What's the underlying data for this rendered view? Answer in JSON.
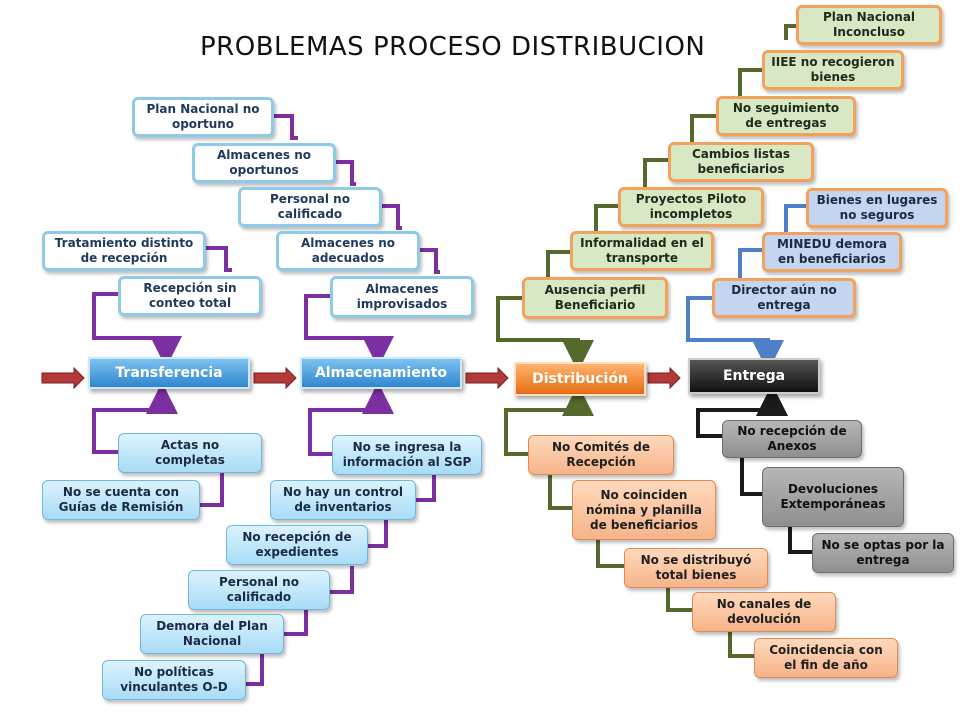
{
  "title": "PROBLEMAS PROCESO DISTRIBUCION",
  "stages": {
    "transferencia": "Transferencia",
    "almacenamiento": "Almacenamiento",
    "distribucion": "Distribución",
    "entrega": "Entrega"
  },
  "transferencia_top": [
    "Tratamiento distinto de recepción",
    "Recepción sin conteo total"
  ],
  "transferencia_bottom": [
    "Actas no completas",
    "No se cuenta con Guías de Remisión"
  ],
  "almacenamiento_top": [
    "Plan Nacional no oportuno",
    "Almacenes no oportunos",
    "Personal no calificado",
    "Almacenes  no adecuados",
    "Almacenes improvisados"
  ],
  "almacenamiento_bottom": [
    "No se ingresa la información al SGP",
    "No hay un control de inventarios",
    "No recepción de expedientes",
    "Personal no calificado",
    "Demora del Plan Nacional",
    "No políticas vinculantes O-D"
  ],
  "distribucion_top": [
    "Plan Nacional Inconcluso",
    "IIEE no recogieron bienes",
    "No seguimiento de entregas",
    "Cambios listas beneficiarios",
    "Proyectos Piloto incompletos",
    "Informalidad en el transporte",
    "Ausencia perfil Beneficiario"
  ],
  "distribucion_bottom": [
    "No Comités de Recepción",
    "No coinciden nómina y planilla de beneficiarios",
    "No se distribuyó total bienes",
    "No canales de devolución",
    "Coincidencia con el fin de año"
  ],
  "entrega_top": [
    "Bienes en lugares no seguros",
    "MINEDU demora en beneficiarios",
    "Director aún no entrega"
  ],
  "entrega_bottom": [
    "No  recepción de Anexos",
    "Devoluciones Extemporáneas",
    "No se optas por la entrega"
  ],
  "colors": {
    "purple_link": "#7b2fa0",
    "green_link": "#56692d",
    "blue_link": "#4f7fc6",
    "gray_link": "#1a1a1a",
    "flow_arrow": "#b23a3a"
  }
}
